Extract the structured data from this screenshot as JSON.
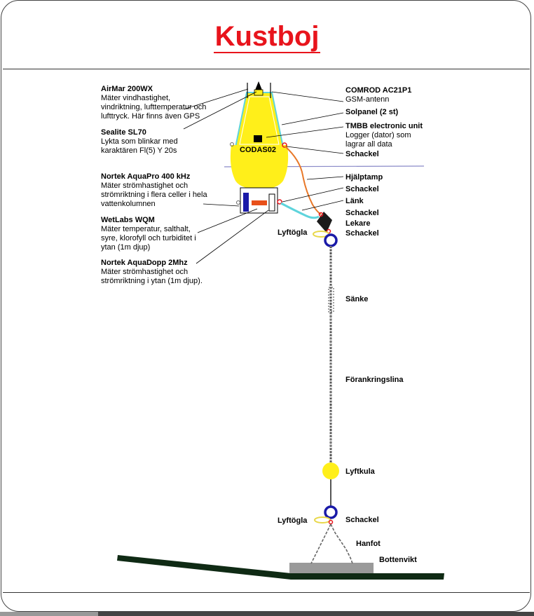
{
  "title": "Kustboj",
  "buoy_label": "CODAS02",
  "left_labels": [
    {
      "name": "airmar",
      "heading": "AirMar 200WX",
      "lines": [
        "Mäter vindhastighet,",
        "vindriktning, lufttemperatur och",
        "lufttryck. Här finns även GPS"
      ]
    },
    {
      "name": "sealite",
      "heading": "Sealite SL70",
      "lines": [
        "Lykta som blinkar med",
        "karaktären Fl(5) Y 20s"
      ]
    },
    {
      "name": "aquapro",
      "heading": "Nortek AquaPro 400 kHz",
      "lines": [
        "Mäter strömhastighet och",
        "strömriktning i flera celler i hela",
        "vattenkolumnen"
      ]
    },
    {
      "name": "wetlabs",
      "heading": "WetLabs WQM",
      "lines": [
        "Mäter temperatur, salthalt,",
        "syre, klorofyll och turbiditet i",
        "ytan (1m djup)"
      ]
    },
    {
      "name": "aquadopp",
      "heading": "Nortek AquaDopp 2Mhz",
      "lines": [
        "Mäter strömhastighet och",
        "strömriktning i ytan (1m djup)."
      ]
    }
  ],
  "right_labels": [
    {
      "name": "comrod",
      "heading": "COMROD AC21P1",
      "lines": [
        "GSM-antenn"
      ]
    },
    {
      "name": "solpanel",
      "heading": "Solpanel (2 st)",
      "lines": []
    },
    {
      "name": "tmbb",
      "heading": "TMBB electronic unit",
      "lines": [
        "Logger (dator) som",
        "lagrar all data"
      ]
    }
  ],
  "parts": {
    "schackel": "Schackel",
    "hjalptamp": "Hjälptamp",
    "lank": "Länk",
    "lekare": "Lekare",
    "lyftogla": "Lyftögla",
    "sanke": "Sänke",
    "forankringslina": "Förankringslina",
    "lyftkula": "Lyftkula",
    "hanfot": "Hanfot",
    "bottenvikt": "Bottenvikt"
  },
  "colors": {
    "title": "#e8141c",
    "buoy": "#ffef1a",
    "shackle": "#1a1aa8",
    "ring": "#e8d84a",
    "cyan_cable": "#5ed4dc",
    "orange_rope": "#e87828",
    "seabed": "#0f2a14",
    "weight": "#9a9a9a",
    "water_line": "#8a8ac8"
  }
}
